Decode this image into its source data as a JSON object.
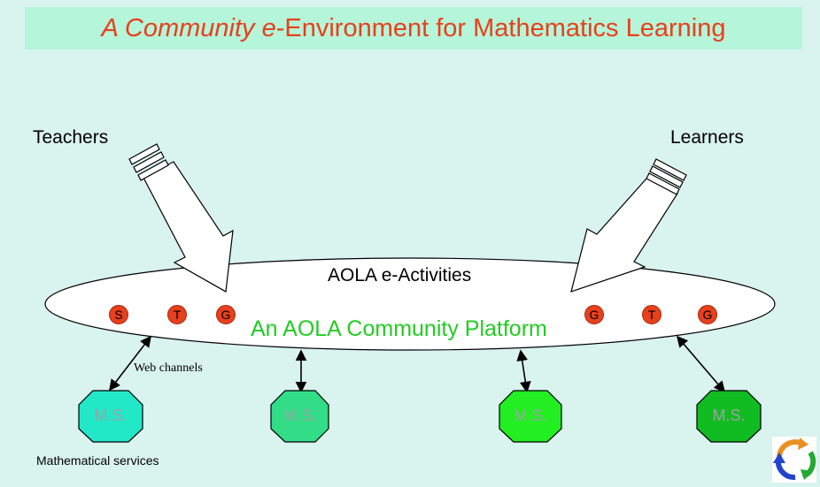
{
  "title": {
    "part1": "A Community",
    "part2": " ",
    "part3": "e",
    "part4": "-Environment for Mathematics Learning"
  },
  "roles": {
    "teachers": "Teachers",
    "learners": "Learners"
  },
  "platform": {
    "activities_label": "AOLA e-Activities",
    "name": "An AOLA Community Platform",
    "left_badges": [
      "S",
      "T",
      "G"
    ],
    "right_badges": [
      "G",
      "T",
      "G"
    ]
  },
  "services": {
    "web_channels_label": "Web channels",
    "footer_label": "Mathematical services",
    "nodes": [
      {
        "label": "M.S.",
        "color": "#22e8c8"
      },
      {
        "label": "M.S.",
        "color": "#33dd88"
      },
      {
        "label": "M.S.",
        "color": "#22ee22"
      },
      {
        "label": "M.S.",
        "color": "#11bb22"
      }
    ]
  },
  "colors": {
    "background": "#d9f3ef",
    "title_bar": "#b5f5d9",
    "title_text": "#e8401c",
    "badge": "#e8401c",
    "platform_text": "#22cc22"
  },
  "icons": {
    "corner_logo": "recycle-arrows-icon"
  }
}
